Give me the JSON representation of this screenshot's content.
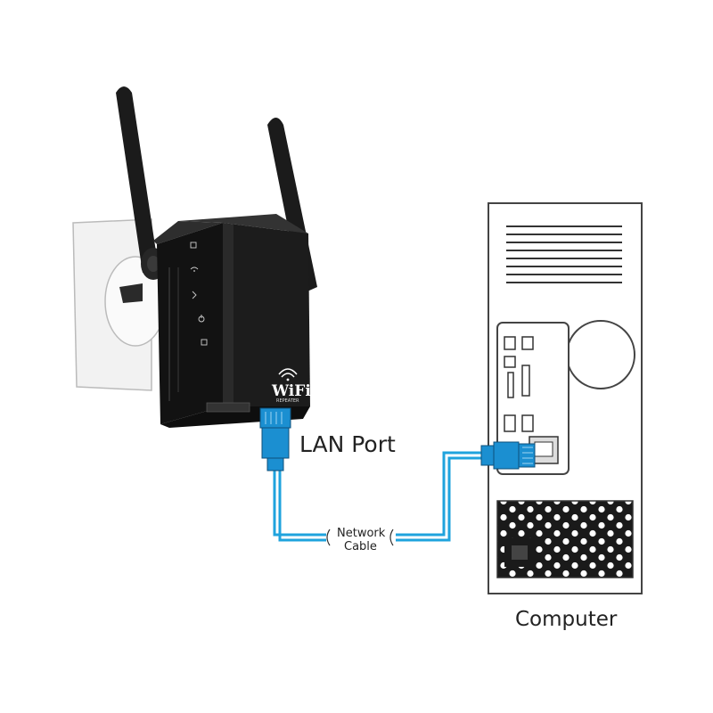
{
  "labels": {
    "lan_port": "LAN Port",
    "cable_line1": "Network",
    "cable_line2": "Cable",
    "computer": "Computer",
    "repeater_brand": "WiFi",
    "repeater_sub": "REPEATER"
  },
  "colors": {
    "cable": "#1fa3dd",
    "connector": "#1b8fd1",
    "device_body": "#1c1c1c",
    "outline": "#444444"
  },
  "icons": {
    "status_leds": [
      "lan-led-icon",
      "wifi-signal-led-icon",
      "wps-led-icon",
      "power-led-icon",
      "wan-led-icon"
    ]
  }
}
